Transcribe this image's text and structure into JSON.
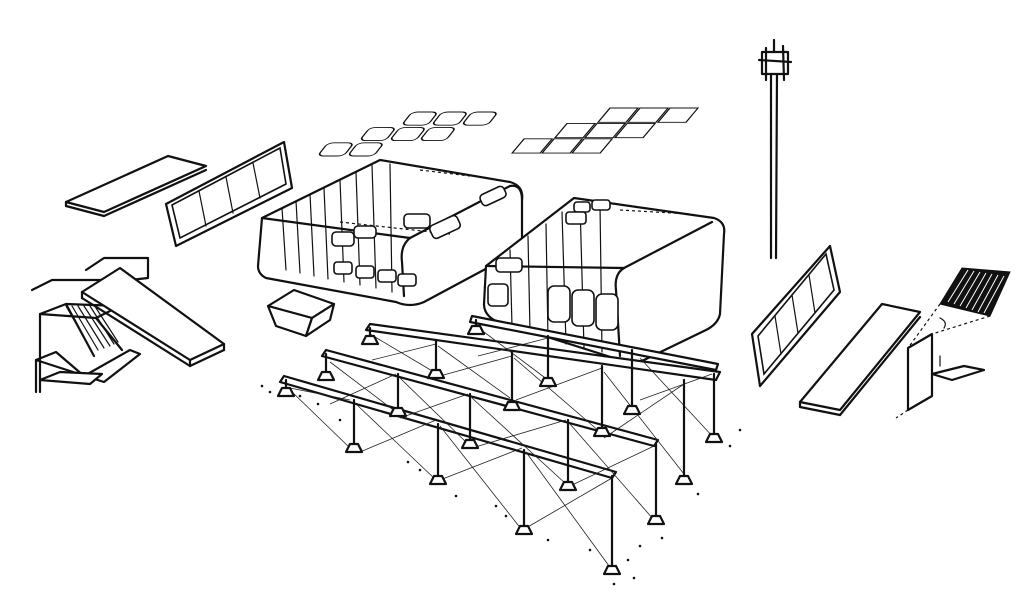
{
  "drawing": {
    "ink_color": "#111111",
    "paper_color": "#ffffff",
    "components": [
      "roof-panel",
      "window-frame-left",
      "living-module-left",
      "living-module-right",
      "skylight-panels-left",
      "skylight-panels-right",
      "wind-turbine-mast",
      "window-frame-right",
      "floor-plate-right",
      "solar-panel",
      "entry-staircase",
      "access-ramp",
      "utility-box",
      "steel-support-legs"
    ]
  }
}
